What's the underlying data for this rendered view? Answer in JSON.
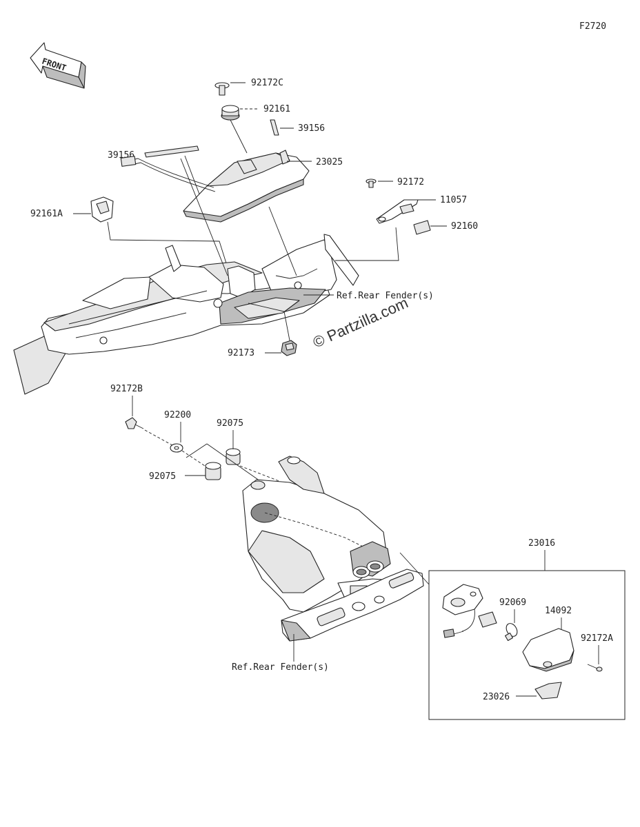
{
  "diagram_code": "F2720",
  "front_label": "FRONT",
  "watermark": "© Partzilla.com",
  "labels": {
    "p92172C": "92172C",
    "p92161": "92161",
    "p39156_right": "39156",
    "p39156_left": "39156",
    "p23025": "23025",
    "p92172": "92172",
    "p11057": "11057",
    "p92160": "92160",
    "p92161A": "92161A",
    "ref_rear_fender_top": "Ref.Rear Fender(s)",
    "p92173": "92173",
    "p92172B": "92172B",
    "p92200": "92200",
    "p92075_top": "92075",
    "p92075_left": "92075",
    "p23016": "23016",
    "p92069": "92069",
    "p14092": "14092",
    "p92172A": "92172A",
    "p23026": "23026",
    "ref_rear_fender_bottom": "Ref.Rear Fender(s)"
  }
}
